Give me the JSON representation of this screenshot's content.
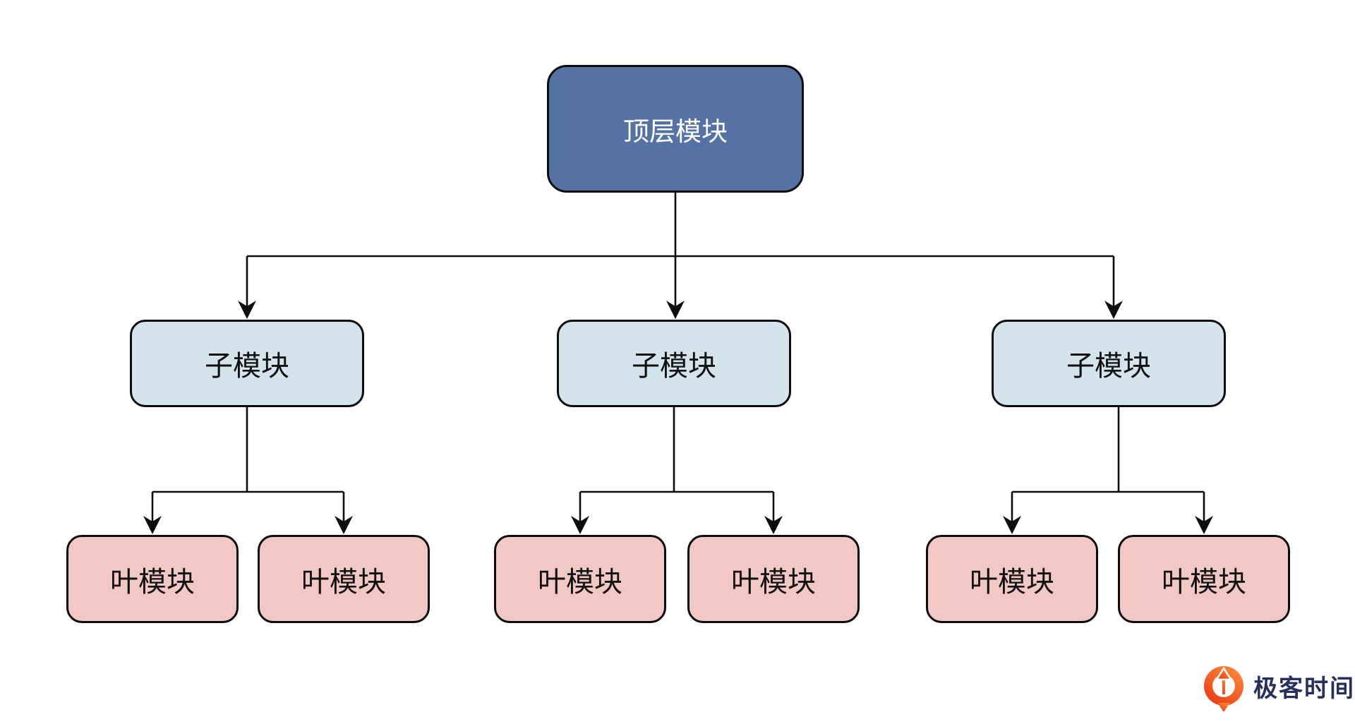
{
  "colors": {
    "root_fill": "#5572A4",
    "root_text": "#FFFFFF",
    "child_fill": "#D3E4EC",
    "leaf_fill": "#F2C8C4",
    "node_text": "#111111",
    "stroke": "#0D0D0D",
    "logo_text": "#272F5C",
    "logo_orange_top": "#FF8A3D",
    "logo_orange_bottom": "#E93A12"
  },
  "tree": {
    "root": {
      "label": "顶层模块"
    },
    "children": [
      {
        "label": "子模块",
        "leaves": [
          {
            "label": "叶模块"
          },
          {
            "label": "叶模块"
          }
        ]
      },
      {
        "label": "子模块",
        "leaves": [
          {
            "label": "叶模块"
          },
          {
            "label": "叶模块"
          }
        ]
      },
      {
        "label": "子模块",
        "leaves": [
          {
            "label": "叶模块"
          },
          {
            "label": "叶模块"
          }
        ]
      }
    ]
  },
  "logo": {
    "text": "极客时间",
    "icon": "geektime-logo-icon"
  }
}
